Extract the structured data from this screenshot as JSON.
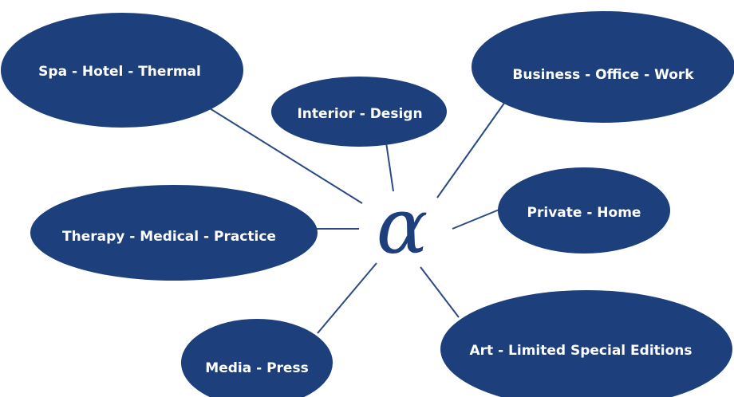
{
  "colors": {
    "node_fill": "#1d3f7c",
    "connector": "#2b4a84",
    "text": "#ffffff",
    "background": "#ffffff"
  },
  "center": {
    "symbol": "α"
  },
  "nodes": [
    {
      "id": "spa",
      "label": "Spa - Hotel - Thermal"
    },
    {
      "id": "interior",
      "label": "Interior - Design"
    },
    {
      "id": "business",
      "label": "Business - Office - Work"
    },
    {
      "id": "private",
      "label": "Private - Home"
    },
    {
      "id": "therapy",
      "label": "Therapy - Medical - Practice"
    },
    {
      "id": "media",
      "label": "Media - Press"
    },
    {
      "id": "art",
      "label": "Art - Limited Special Editions"
    }
  ]
}
